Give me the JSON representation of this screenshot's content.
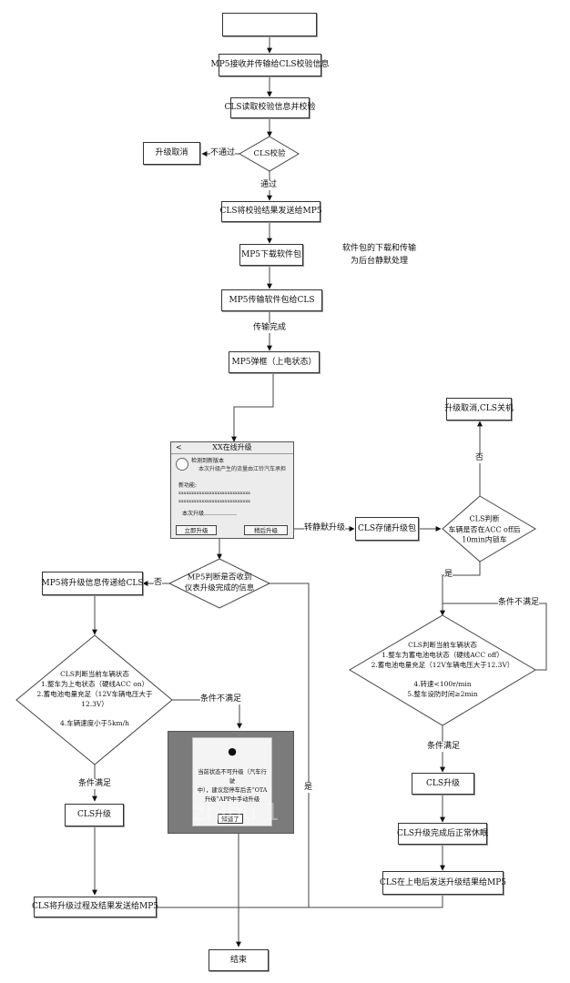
{
  "nodes": {
    "start": "",
    "mp5_receive": "MP5接收并传输给CLS校验信息",
    "cls_read": "CLS读取校验信息并校验",
    "cls_check": "CLS校验",
    "cancel1": "升级取消",
    "cls_send_result": "CLS将校验结果发送给MP5",
    "mp5_download": "MP5下载软件包",
    "mp5_transfer": "MP5传输软件包给CLS",
    "mp5_popup": "MP5弹框（上电状态）",
    "cls_store": "CLS存储升级包",
    "cancel2": "升级取消,CLS关机",
    "mp5_pass_info": "MP5将升级信息传递给CLS",
    "cls_upgrade_left": "CLS升级",
    "cls_send_process": "CLS将升级过程及结果发送给MP5",
    "end": "结束",
    "cls_upgrade_right": "CLS升级",
    "cls_sleep": "CLS升级完成后正常休眠",
    "cls_report": "CLS在上电后发送升级结果给MP5"
  },
  "decisions": {
    "mp5_judge": [
      "MP5判断是否收到",
      "仪表升级完成的信息"
    ],
    "cls_lock": [
      "CLS判断",
      "车辆是否在ACC off后",
      "10min内锁车"
    ],
    "cls_state_left": [
      "CLS判断当前车辆状态",
      "1.整车为上电状态（硬线ACC on）",
      "2.蓄电池电量充足（12V车辆电压大于",
      "12.3V）",
      "",
      "4.车辆速度小于5km/h"
    ],
    "cls_state_right": [
      "CLS判断当前车辆状态",
      "1.整车为蓄电池电状态（硬线ACC off）",
      "2.蓄电池电量充足（12V车辆电压大于12.3V）",
      "",
      "4.转速<100r/min",
      "5.整车设防时间≥2min"
    ]
  },
  "edge_labels": {
    "fail": "不通过",
    "pass": "通过",
    "transfer_done": "传输完成",
    "to_silent": "转静默升级",
    "no_right": "否",
    "yes_right": "是",
    "no_left": "否",
    "cond_not_met_left": "条件不满足",
    "cond_met_left": "条件满足",
    "cond_not_met_right": "条件不满足",
    "cond_met_right": "条件满足",
    "yes_long": "是"
  },
  "note": [
    "软件包的下载和传输",
    "为后台静默处理"
  ],
  "phone_screen": {
    "title": "XX在线升级",
    "back": "<",
    "detected": "检测到新版本",
    "subtitle": "本次升级产生的流量由江铃汽车承担",
    "features_label": "新功能:",
    "line1": "xxxxxxxxxxxxxxxxxxxxxxxxxxxx",
    "line2": "xxxxxxxxxxxxxxxxxxxxxxxxxxxx",
    "this_upgrade": "本次升级………………",
    "btn_now": "立即升级",
    "btn_later": "稍后升级"
  },
  "popup": {
    "icon": "lightbulb-icon",
    "text": [
      "当前状态不可升级（汽车行驶",
      "中），建议您停车后去“OTA",
      "升级”APP中手动升级"
    ],
    "ok": "知道了",
    "watermark": "zhihu 1"
  }
}
